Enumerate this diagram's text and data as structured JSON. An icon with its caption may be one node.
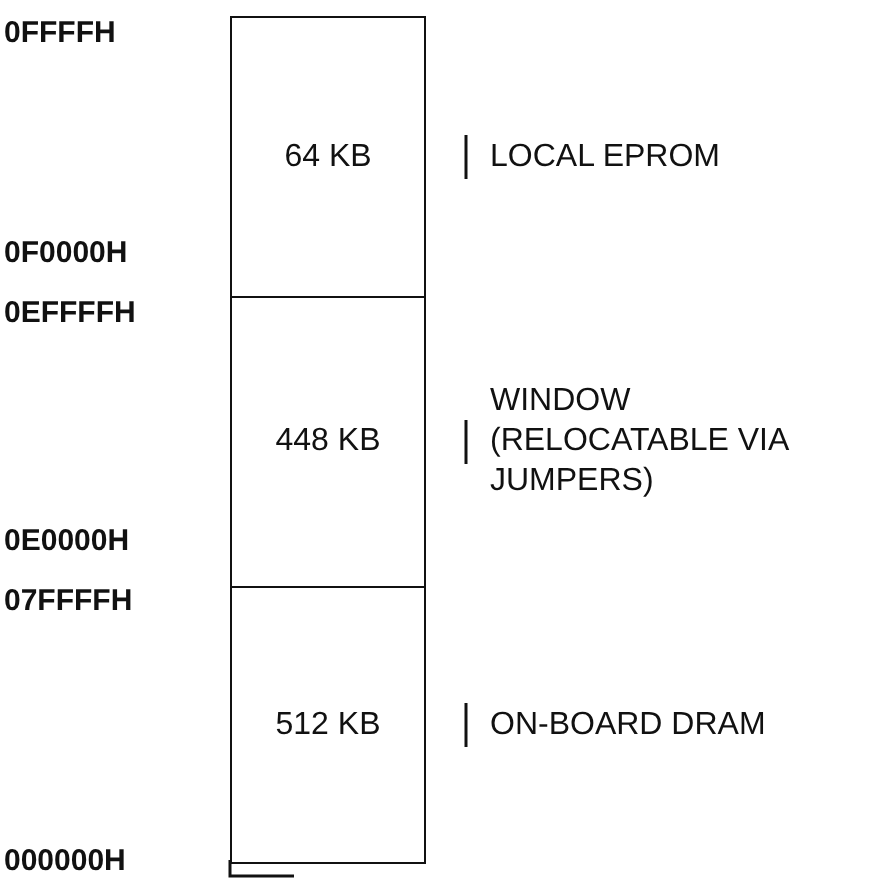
{
  "diagram": {
    "nodes": [
      {
        "text": [
          "64 KB"
        ],
        "beside": [
          "LOCAL EPROM"
        ]
      },
      {
        "text": [
          "448 KB"
        ],
        "beside": [
          "WINDOW (RELOCATABLE VIA JUMPERS)"
        ]
      },
      {
        "text": [
          "512 KB"
        ],
        "beside": [
          "ON-BOARD DRAM"
        ]
      }
    ],
    "labels": [
      "0FFFFH",
      "0F0000H",
      "0EFFFFH",
      "0E0000H",
      "07FFFFH",
      "000000H"
    ]
  }
}
